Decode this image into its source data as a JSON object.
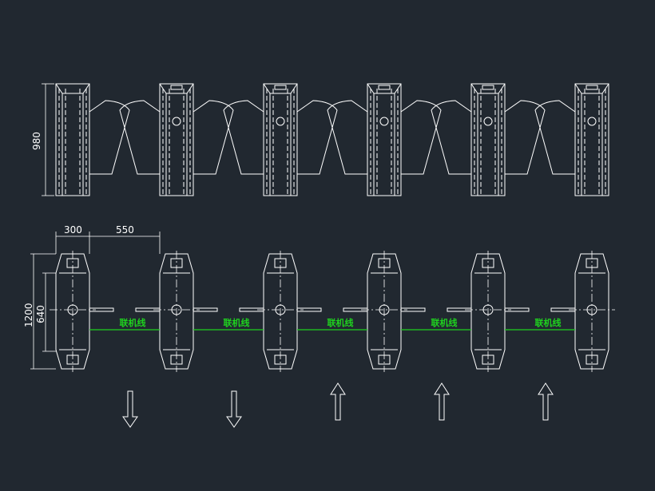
{
  "drawing": {
    "background": "#212830",
    "line_color": "#ffffff",
    "link_color": "#1fd11f"
  },
  "dimensions": {
    "height_front": "980",
    "width_unit": "300",
    "passage_width": "550",
    "depth_total": "1200",
    "depth_inner": "640"
  },
  "link_label": "联机线",
  "units": 6,
  "link_count": 5,
  "arrows": [
    "down",
    "down",
    "up",
    "up",
    "up"
  ]
}
